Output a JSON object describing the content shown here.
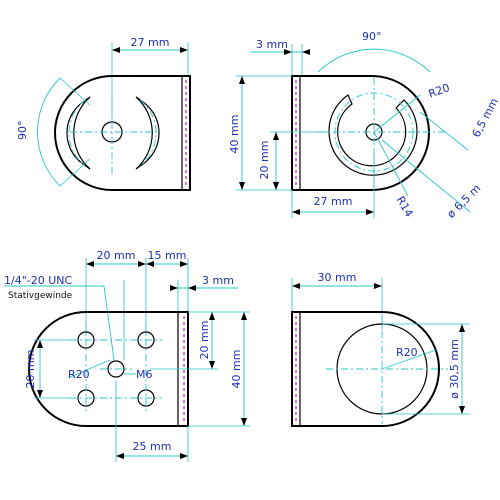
{
  "colors": {
    "dimension_text": "#1f2fb0",
    "dimension_lines": "#29c7c7",
    "hidden_lines": "#c040c0",
    "outline": "#000000"
  },
  "view_top_left": {
    "dim_width": "27 mm",
    "dim_angle": "90°"
  },
  "view_top_right": {
    "dim_thickness": "3 mm",
    "dim_angle": "90°",
    "dim_radius_outer": "R20",
    "dim_slot_width": "6,5 mm",
    "dim_hole": "ø 6,5 m",
    "dim_radius_inner": "R14",
    "dim_height": "40 mm",
    "dim_center_height": "20 mm",
    "dim_depth": "27 mm"
  },
  "view_bottom_left": {
    "dim_spacing": "20 mm",
    "dim_edge": "15 mm",
    "dim_thickness": "3 mm",
    "thread_label": "1/4\"-20 UNC",
    "thread_note": "Stativgewinde",
    "dim_vertical_left": "20 mm",
    "dim_radius": "R20",
    "dim_thread_m6": "M6",
    "dim_vertical_inner": "20 mm",
    "dim_height": "40 mm",
    "dim_base": "25 mm"
  },
  "view_bottom_right": {
    "dim_width": "30 mm",
    "dim_radius": "R20",
    "dim_hole": "ø 30,5 mm"
  }
}
